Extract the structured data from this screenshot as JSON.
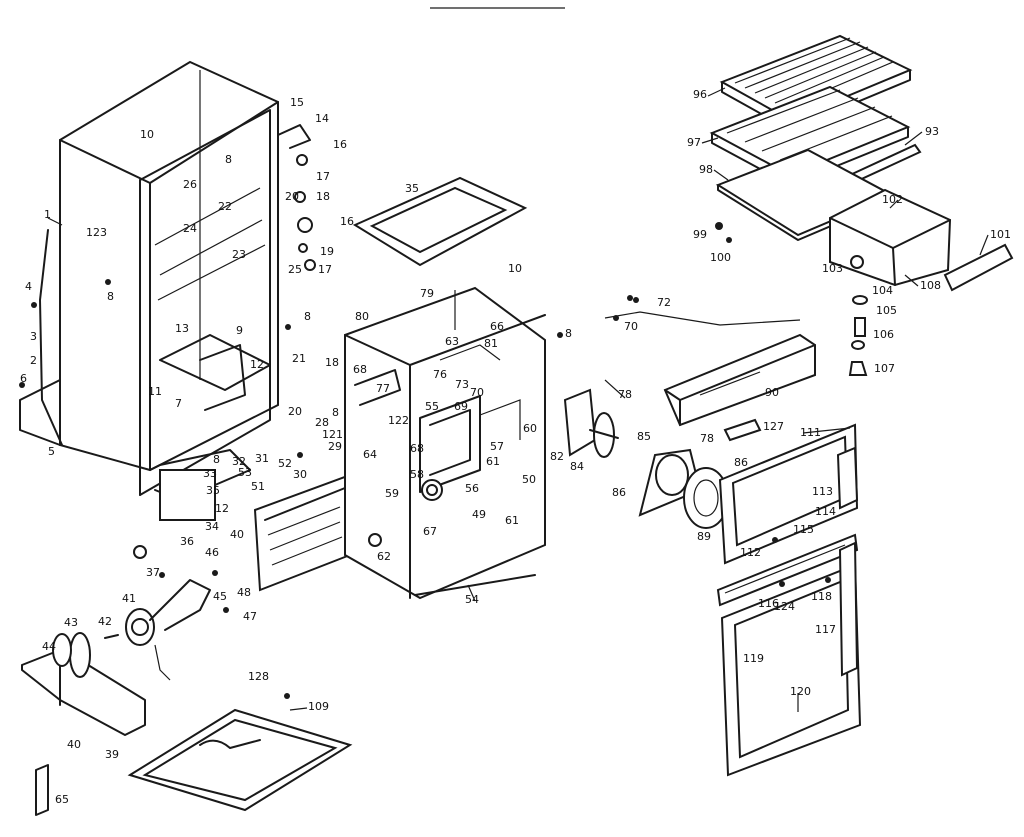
{
  "colors": {
    "ink": "#1a1a1a",
    "paper": "#ffffff"
  },
  "callouts": {
    "c1": "1",
    "c2": "2",
    "c3": "3",
    "c4": "4",
    "c5": "5",
    "c6": "6",
    "c7": "7",
    "c8": "8",
    "c9": "9",
    "c10": "10",
    "c11": "11",
    "c12": "12",
    "c13": "13",
    "c14": "14",
    "c15": "15",
    "c16": "16",
    "c17": "17",
    "c18": "18",
    "c19": "19",
    "c20": "20",
    "c21": "21",
    "c22": "22",
    "c23": "23",
    "c24": "24",
    "c25": "25",
    "c26": "26",
    "c28": "28",
    "c29": "29",
    "c30": "30",
    "c31": "31",
    "c32": "32",
    "c33": "33",
    "c34": "34",
    "c35": "35",
    "c36": "36",
    "c37": "37",
    "c39": "39",
    "c40": "40",
    "c41": "41",
    "c42": "42",
    "c43": "43",
    "c44": "44",
    "c45": "45",
    "c46": "46",
    "c47": "47",
    "c48": "48",
    "c49": "49",
    "c50": "50",
    "c51": "51",
    "c52": "52",
    "c53": "53",
    "c54": "54",
    "c55": "55",
    "c56": "56",
    "c57": "57",
    "c58": "58",
    "c59": "59",
    "c60": "60",
    "c61": "61",
    "c62": "62",
    "c63": "63",
    "c64": "64",
    "c65": "65",
    "c66": "66",
    "c67": "67",
    "c68": "68",
    "c69": "69",
    "c70": "70",
    "c72": "72",
    "c73": "73",
    "c76": "76",
    "c77": "77",
    "c78": "78",
    "c79": "79",
    "c80": "80",
    "c81": "81",
    "c82": "82",
    "c84": "84",
    "c85": "85",
    "c86": "86",
    "c89": "89",
    "c90": "90",
    "c93": "93",
    "c96": "96",
    "c97": "97",
    "c98": "98",
    "c99": "99",
    "c100": "100",
    "c101": "101",
    "c102": "102",
    "c103": "103",
    "c104": "104",
    "c105": "105",
    "c106": "106",
    "c107": "107",
    "c108": "108",
    "c109": "109",
    "c111": "111",
    "c112": "112",
    "c113": "113",
    "c114": "114",
    "c115": "115",
    "c116": "116",
    "c117": "117",
    "c118": "118",
    "c119": "119",
    "c120": "120",
    "c121": "121",
    "c122": "122",
    "c123": "123",
    "c124": "124",
    "c127": "127",
    "c128": "128"
  }
}
